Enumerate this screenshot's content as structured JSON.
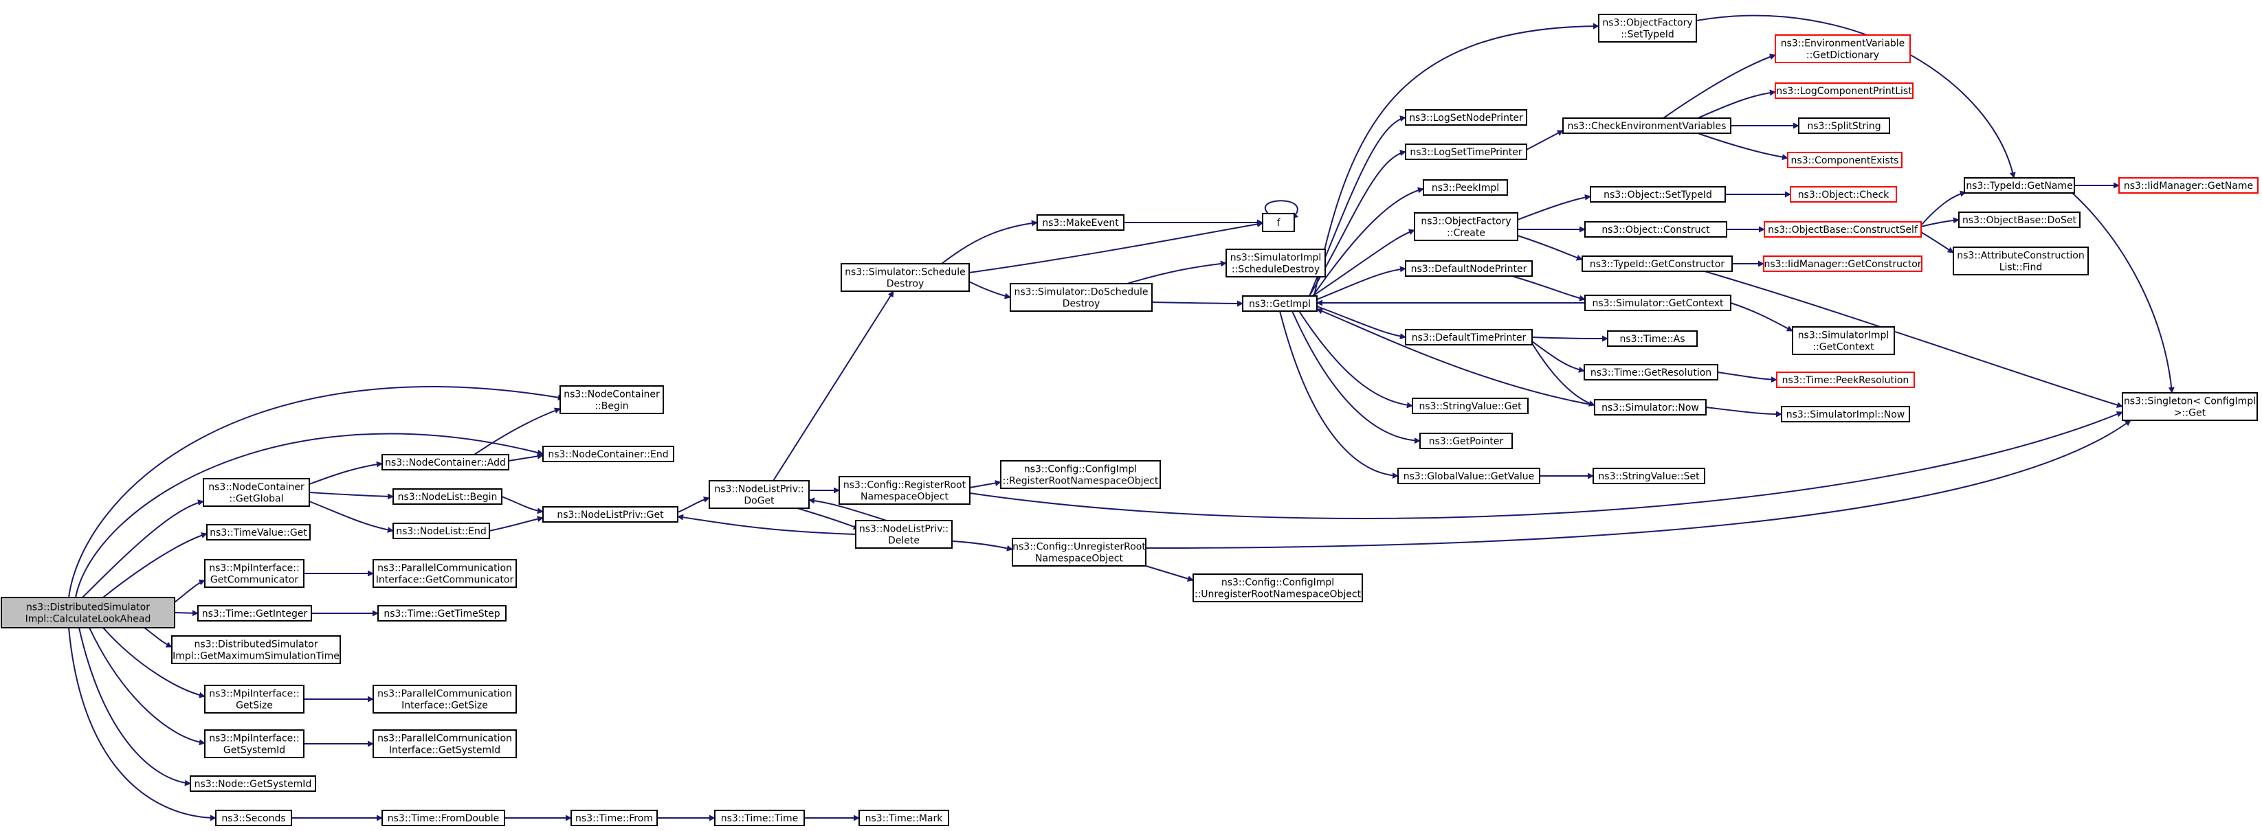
{
  "diagram": {
    "nodes": [
      {
        "id": "calc",
        "lines": [
          "ns3::DistributedSimulator",
          "Impl::CalculateLookAhead"
        ],
        "style": "root"
      },
      {
        "id": "ncbegin",
        "lines": [
          "ns3::NodeContainer",
          "::Begin"
        ]
      },
      {
        "id": "ncend",
        "lines": [
          "ns3::NodeContainer::End"
        ]
      },
      {
        "id": "ncglobal",
        "lines": [
          "ns3::NodeContainer",
          "::GetGlobal"
        ]
      },
      {
        "id": "ncadd",
        "lines": [
          "ns3::NodeContainer::Add"
        ]
      },
      {
        "id": "nlbegin",
        "lines": [
          "ns3::NodeList::Begin"
        ]
      },
      {
        "id": "nlend",
        "lines": [
          "ns3::NodeList::End"
        ]
      },
      {
        "id": "nlpget",
        "lines": [
          "ns3::NodeListPriv::Get"
        ]
      },
      {
        "id": "tvget",
        "lines": [
          "ns3::TimeValue::Get"
        ]
      },
      {
        "id": "mpigetcomm",
        "lines": [
          "ns3::MpiInterface::",
          "GetCommunicator"
        ]
      },
      {
        "id": "pcgetcomm",
        "lines": [
          "ns3::ParallelCommunication",
          "Interface::GetCommunicator"
        ]
      },
      {
        "id": "timegetint",
        "lines": [
          "ns3::Time::GetInteger"
        ]
      },
      {
        "id": "timegetstep",
        "lines": [
          "ns3::Time::GetTimeStep"
        ]
      },
      {
        "id": "dsmaxtime",
        "lines": [
          "ns3::DistributedSimulator",
          "Impl::GetMaximumSimulationTime"
        ]
      },
      {
        "id": "mpigetsize",
        "lines": [
          "ns3::MpiInterface::",
          "GetSize"
        ]
      },
      {
        "id": "pcgetsize",
        "lines": [
          "ns3::ParallelCommunication",
          "Interface::GetSize"
        ]
      },
      {
        "id": "mpigetsys",
        "lines": [
          "ns3::MpiInterface::",
          "GetSystemId"
        ]
      },
      {
        "id": "pcgetsys",
        "lines": [
          "ns3::ParallelCommunication",
          "Interface::GetSystemId"
        ]
      },
      {
        "id": "nodegetsys",
        "lines": [
          "ns3::Node::GetSystemId"
        ]
      },
      {
        "id": "seconds",
        "lines": [
          "ns3::Seconds"
        ]
      },
      {
        "id": "fromdouble",
        "lines": [
          "ns3::Time::FromDouble"
        ]
      },
      {
        "id": "timefrom",
        "lines": [
          "ns3::Time::From"
        ]
      },
      {
        "id": "timetime",
        "lines": [
          "ns3::Time::Time"
        ]
      },
      {
        "id": "timemark",
        "lines": [
          "ns3::Time::Mark"
        ]
      },
      {
        "id": "nlpdoget",
        "lines": [
          "ns3::NodeListPriv::",
          "DoGet"
        ]
      },
      {
        "id": "cfgregroot",
        "lines": [
          "ns3::Config::RegisterRoot",
          "NamespaceObject"
        ]
      },
      {
        "id": "cfgimplreg",
        "lines": [
          "ns3::Config::ConfigImpl",
          "::RegisterRootNamespaceObject"
        ]
      },
      {
        "id": "nlpdelete",
        "lines": [
          "ns3::NodeListPriv::",
          "Delete"
        ]
      },
      {
        "id": "cfgunreg",
        "lines": [
          "ns3::Config::UnregisterRoot",
          "NamespaceObject"
        ]
      },
      {
        "id": "cfgimplunreg",
        "lines": [
          "ns3::Config::ConfigImpl",
          "::UnregisterRootNamespaceObject"
        ]
      },
      {
        "id": "simschedule",
        "lines": [
          "ns3::Simulator::Schedule",
          "Destroy"
        ]
      },
      {
        "id": "makeevent",
        "lines": [
          "ns3::MakeEvent"
        ]
      },
      {
        "id": "simdoschedule",
        "lines": [
          "ns3::Simulator::DoSchedule",
          "Destroy"
        ]
      },
      {
        "id": "f",
        "lines": [
          "f"
        ]
      },
      {
        "id": "simimplsched",
        "lines": [
          "ns3::SimulatorImpl",
          "::ScheduleDestroy"
        ]
      },
      {
        "id": "getimpl",
        "lines": [
          "ns3::GetImpl"
        ]
      },
      {
        "id": "ofsettypeid",
        "lines": [
          "ns3::ObjectFactory",
          "::SetTypeId"
        ]
      },
      {
        "id": "logsetnode",
        "lines": [
          "ns3::LogSetNodePrinter"
        ]
      },
      {
        "id": "logsettime",
        "lines": [
          "ns3::LogSetTimePrinter"
        ]
      },
      {
        "id": "peekimpl",
        "lines": [
          "ns3::PeekImpl"
        ]
      },
      {
        "id": "ofcreate",
        "lines": [
          "ns3::ObjectFactory",
          "::Create"
        ]
      },
      {
        "id": "defnodeprinter",
        "lines": [
          "ns3::DefaultNodePrinter"
        ]
      },
      {
        "id": "deftimeprinter",
        "lines": [
          "ns3::DefaultTimePrinter"
        ]
      },
      {
        "id": "strvalget",
        "lines": [
          "ns3::StringValue::Get"
        ]
      },
      {
        "id": "getpointer",
        "lines": [
          "ns3::GetPointer"
        ]
      },
      {
        "id": "gvgetvalue",
        "lines": [
          "ns3::GlobalValue::GetValue"
        ]
      },
      {
        "id": "checkenv",
        "lines": [
          "ns3::CheckEnvironmentVariables"
        ]
      },
      {
        "id": "envgetdict",
        "lines": [
          "ns3::EnvironmentVariable",
          "::GetDictionary"
        ],
        "style": "red"
      },
      {
        "id": "logcomplist",
        "lines": [
          "ns3::LogComponentPrintList"
        ],
        "style": "red"
      },
      {
        "id": "splitstring",
        "lines": [
          "ns3::SplitString"
        ]
      },
      {
        "id": "compexists",
        "lines": [
          "ns3::ComponentExists"
        ],
        "style": "red"
      },
      {
        "id": "objsettypeid",
        "lines": [
          "ns3::Object::SetTypeId"
        ]
      },
      {
        "id": "objconstruct",
        "lines": [
          "ns3::Object::Construct"
        ]
      },
      {
        "id": "typeidgetctor",
        "lines": [
          "ns3::TypeId::GetConstructor"
        ]
      },
      {
        "id": "simgetctx",
        "lines": [
          "ns3::Simulator::GetContext"
        ]
      },
      {
        "id": "timeas",
        "lines": [
          "ns3::Time::As"
        ]
      },
      {
        "id": "timegetres",
        "lines": [
          "ns3::Time::GetResolution"
        ]
      },
      {
        "id": "simnow",
        "lines": [
          "ns3::Simulator::Now"
        ]
      },
      {
        "id": "strvalset",
        "lines": [
          "ns3::StringValue::Set"
        ]
      },
      {
        "id": "objcheck",
        "lines": [
          "ns3::Object::Check"
        ],
        "style": "red"
      },
      {
        "id": "objbaseconstruct",
        "lines": [
          "ns3::ObjectBase::ConstructSelf"
        ],
        "style": "red"
      },
      {
        "id": "iidgetctor",
        "lines": [
          "ns3::IidManager::GetConstructor"
        ],
        "style": "red"
      },
      {
        "id": "simimplgetctx",
        "lines": [
          "ns3::SimulatorImpl",
          "::GetContext"
        ]
      },
      {
        "id": "timepeekres",
        "lines": [
          "ns3::Time::PeekResolution"
        ],
        "style": "red"
      },
      {
        "id": "simimplnow",
        "lines": [
          "ns3::SimulatorImpl::Now"
        ]
      },
      {
        "id": "typeidgetname",
        "lines": [
          "ns3::TypeId::GetName"
        ]
      },
      {
        "id": "objbasedoset",
        "lines": [
          "ns3::ObjectBase::DoSet"
        ]
      },
      {
        "id": "attrconstructfind",
        "lines": [
          "ns3::AttributeConstruction",
          "List::Find"
        ]
      },
      {
        "id": "iidgetname",
        "lines": [
          "ns3::IidManager::GetName"
        ],
        "style": "red"
      },
      {
        "id": "singletonget",
        "lines": [
          "ns3::Singleton< ConfigImpl",
          " >::Get"
        ]
      }
    ],
    "edges": [
      [
        "calc",
        "ncbegin"
      ],
      [
        "calc",
        "ncend"
      ],
      [
        "calc",
        "ncglobal"
      ],
      [
        "calc",
        "tvget"
      ],
      [
        "calc",
        "mpigetcomm"
      ],
      [
        "calc",
        "timegetint"
      ],
      [
        "calc",
        "dsmaxtime"
      ],
      [
        "calc",
        "mpigetsize"
      ],
      [
        "calc",
        "mpigetsys"
      ],
      [
        "calc",
        "nodegetsys"
      ],
      [
        "calc",
        "seconds"
      ],
      [
        "ncglobal",
        "ncadd"
      ],
      [
        "ncglobal",
        "nlbegin"
      ],
      [
        "ncglobal",
        "nlend"
      ],
      [
        "ncadd",
        "ncbegin"
      ],
      [
        "ncadd",
        "ncend"
      ],
      [
        "nlbegin",
        "nlpget"
      ],
      [
        "nlend",
        "nlpget"
      ],
      [
        "nlpget",
        "nlpdoget"
      ],
      [
        "nlpdoget",
        "cfgregroot"
      ],
      [
        "nlpdoget",
        "nlpdelete"
      ],
      [
        "nlpdoget",
        "simschedule"
      ],
      [
        "nlpdelete",
        "nlpdoget"
      ],
      [
        "nlpdelete",
        "nlpget"
      ],
      [
        "nlpdelete",
        "cfgunreg"
      ],
      [
        "cfgregroot",
        "cfgimplreg"
      ],
      [
        "cfgregroot",
        "singletonget"
      ],
      [
        "cfgunreg",
        "cfgimplunreg"
      ],
      [
        "cfgunreg",
        "singletonget"
      ],
      [
        "mpigetcomm",
        "pcgetcomm"
      ],
      [
        "timegetint",
        "timegetstep"
      ],
      [
        "mpigetsize",
        "pcgetsize"
      ],
      [
        "mpigetsys",
        "pcgetsys"
      ],
      [
        "seconds",
        "fromdouble"
      ],
      [
        "fromdouble",
        "timefrom"
      ],
      [
        "timefrom",
        "timetime"
      ],
      [
        "timetime",
        "timemark"
      ],
      [
        "simschedule",
        "makeevent"
      ],
      [
        "simschedule",
        "f"
      ],
      [
        "simschedule",
        "simdoschedule"
      ],
      [
        "makeevent",
        "f"
      ],
      [
        "f",
        "f"
      ],
      [
        "simdoschedule",
        "simimplsched"
      ],
      [
        "simdoschedule",
        "getimpl"
      ],
      [
        "getimpl",
        "ofsettypeid"
      ],
      [
        "getimpl",
        "logsetnode"
      ],
      [
        "getimpl",
        "logsettime"
      ],
      [
        "getimpl",
        "peekimpl"
      ],
      [
        "getimpl",
        "ofcreate"
      ],
      [
        "getimpl",
        "defnodeprinter"
      ],
      [
        "getimpl",
        "deftimeprinter"
      ],
      [
        "getimpl",
        "strvalget"
      ],
      [
        "getimpl",
        "getpointer"
      ],
      [
        "getimpl",
        "gvgetvalue"
      ],
      [
        "logsettime",
        "checkenv"
      ],
      [
        "checkenv",
        "envgetdict"
      ],
      [
        "checkenv",
        "logcomplist"
      ],
      [
        "checkenv",
        "splitstring"
      ],
      [
        "checkenv",
        "compexists"
      ],
      [
        "ofcreate",
        "objsettypeid"
      ],
      [
        "ofcreate",
        "objconstruct"
      ],
      [
        "ofcreate",
        "typeidgetctor"
      ],
      [
        "defnodeprinter",
        "simgetctx"
      ],
      [
        "simgetctx",
        "getimpl"
      ],
      [
        "simgetctx",
        "simimplgetctx"
      ],
      [
        "deftimeprinter",
        "timeas"
      ],
      [
        "deftimeprinter",
        "timegetres"
      ],
      [
        "deftimeprinter",
        "simnow"
      ],
      [
        "simnow",
        "getimpl"
      ],
      [
        "simnow",
        "simimplnow"
      ],
      [
        "gvgetvalue",
        "strvalset"
      ],
      [
        "objsettypeid",
        "objcheck"
      ],
      [
        "objconstruct",
        "objbaseconstruct"
      ],
      [
        "typeidgetctor",
        "iidgetctor"
      ],
      [
        "typeidgetctor",
        "singletonget"
      ],
      [
        "timegetres",
        "timepeekres"
      ],
      [
        "objbaseconstruct",
        "typeidgetname"
      ],
      [
        "objbaseconstruct",
        "objbasedoset"
      ],
      [
        "objbaseconstruct",
        "attrconstructfind"
      ],
      [
        "ofsettypeid",
        "typeidgetname"
      ],
      [
        "typeidgetname",
        "iidgetname"
      ],
      [
        "typeidgetname",
        "singletonget"
      ]
    ]
  }
}
